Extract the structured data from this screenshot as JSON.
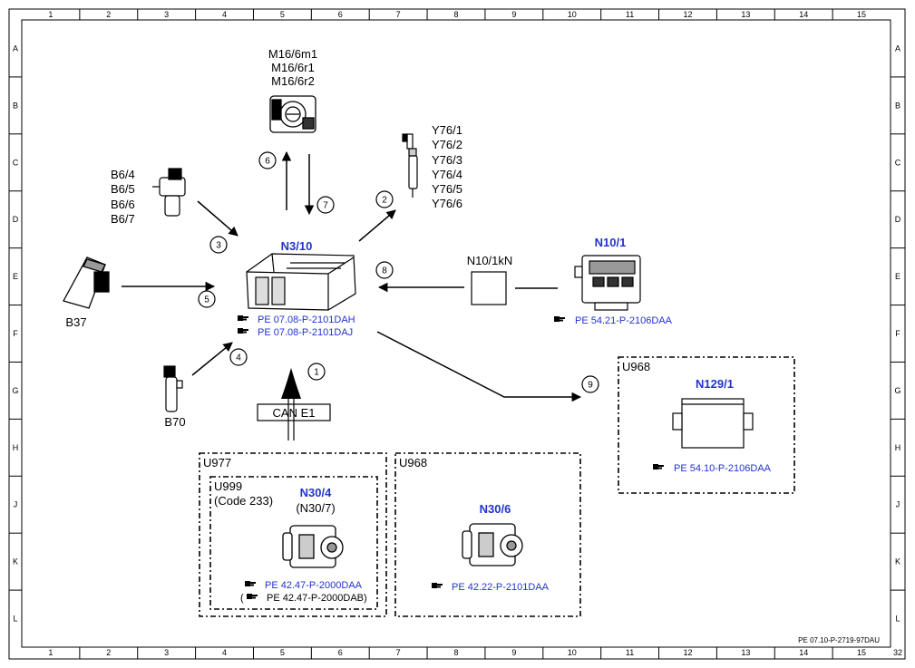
{
  "grid": {
    "columns": [
      "1",
      "2",
      "3",
      "4",
      "5",
      "6",
      "7",
      "8",
      "9",
      "10",
      "11",
      "12",
      "13",
      "14",
      "15"
    ],
    "rows": [
      "A",
      "B",
      "C",
      "D",
      "E",
      "F",
      "G",
      "H",
      "J",
      "K",
      "L"
    ],
    "corner_number": "32"
  },
  "doc_id": "PE 07.10-P-2719-97DAU",
  "components": {
    "throttle": {
      "labels": [
        "M16/6m1",
        "M16/6r1",
        "M16/6r2"
      ]
    },
    "injectors": {
      "labels": [
        "Y76/1",
        "Y76/2",
        "Y76/3",
        "Y76/4",
        "Y76/5",
        "Y76/6"
      ]
    },
    "sensor_b6": {
      "labels": [
        "B6/4",
        "B6/5",
        "B6/6",
        "B6/7"
      ]
    },
    "pedal": {
      "label": "B37"
    },
    "sensor_b70": {
      "label": "B70"
    },
    "ecu": {
      "label": "N3/10",
      "refs": [
        "PE 07.08-P-2101DAH",
        "PE 07.08-P-2101DAJ"
      ]
    },
    "relay": {
      "label": "N10/1kN"
    },
    "sam": {
      "label": "N10/1",
      "ref": "PE 54.21-P-2106DAA"
    },
    "can": {
      "label": "CAN E1"
    },
    "u968_right": {
      "group": "U968",
      "label": "N129/1",
      "ref": "PE 54.10-P-2106DAA"
    },
    "u977": {
      "group": "U977"
    },
    "u999": {
      "group": "U999",
      "code": "(Code 233)",
      "label": "N30/4",
      "alt_label": "(N30/7)",
      "ref": "PE 42.47-P-2000DAA",
      "alt_ref": "(",
      "alt_ref_text": "PE 42.47-P-2000DAB)"
    },
    "u968_bottom": {
      "group": "U968",
      "label": "N30/6",
      "ref": "PE 42.22-P-2101DAA"
    }
  },
  "arrow_numbers": [
    "1",
    "2",
    "3",
    "4",
    "5",
    "6",
    "7",
    "8",
    "9"
  ]
}
